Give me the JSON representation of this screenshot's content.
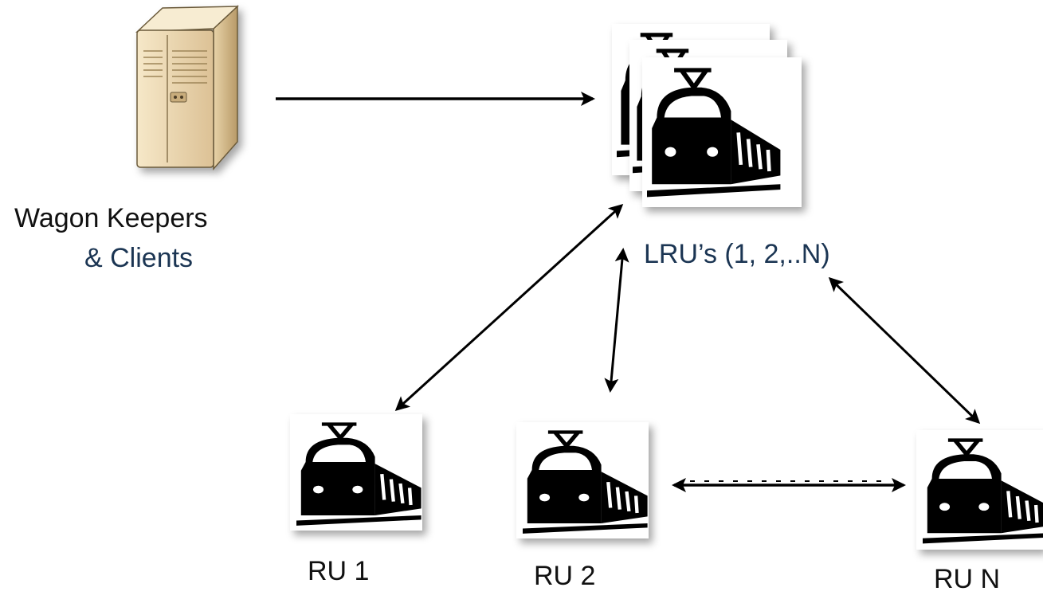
{
  "colors": {
    "text_dark": "#111111",
    "text_blue": "#1b3553",
    "arrow": "#000000",
    "server_light": "#f3e2be",
    "server_mid": "#dcc195",
    "server_dark": "#9e8558"
  },
  "nodes": {
    "keepers": {
      "line1": "Wagon Keepers",
      "line2": "& Clients",
      "icon": "server-icon"
    },
    "lrus": {
      "label": "LRU’s (1, 2,..N)",
      "icon": "train-icon"
    },
    "ru1": {
      "label": "RU 1",
      "icon": "train-icon"
    },
    "ru2": {
      "label": "RU 2",
      "icon": "train-icon"
    },
    "ruN": {
      "label": "RU N",
      "icon": "train-icon"
    }
  },
  "edges": [
    {
      "from": "Wagon Keepers & Clients",
      "to": "LRU’s (1, 2,..N)",
      "direction": "one-way"
    },
    {
      "from": "LRU’s (1, 2,..N)",
      "to": "RU 1",
      "direction": "two-way"
    },
    {
      "from": "LRU’s (1, 2,..N)",
      "to": "RU 2",
      "direction": "two-way"
    },
    {
      "from": "LRU’s (1, 2,..N)",
      "to": "RU N",
      "direction": "two-way"
    },
    {
      "from": "RU 2",
      "to": "RU N",
      "direction": "two-way",
      "style": "dashed"
    }
  ]
}
